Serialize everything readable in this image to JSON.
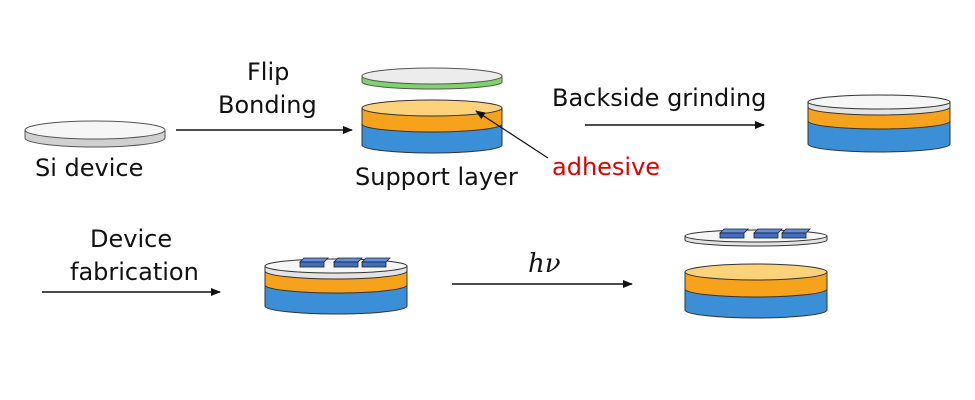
{
  "labels": {
    "si_device": "Si device",
    "flip": "Flip",
    "bonding": "Bonding",
    "support_layer": "Support layer",
    "adhesive": "adhesive",
    "backside_grinding": "Backside grinding",
    "device": "Device",
    "fabrication": "fabrication",
    "hnu": "hν"
  },
  "colors": {
    "silicon": "#e3e3e3",
    "silicon_top": "#f6f6f6",
    "adhesive": "#f7a21b",
    "adhesive_top": "#fcd27a",
    "support": "#3a8fd6",
    "support_dark": "#2f6fa8",
    "green_adhesive": "#7fd36b",
    "chip": "#3f6fc4",
    "chip_top": "#5e8fe0",
    "outline": "#2a2a2a",
    "adhesive_label": "#e00000"
  }
}
